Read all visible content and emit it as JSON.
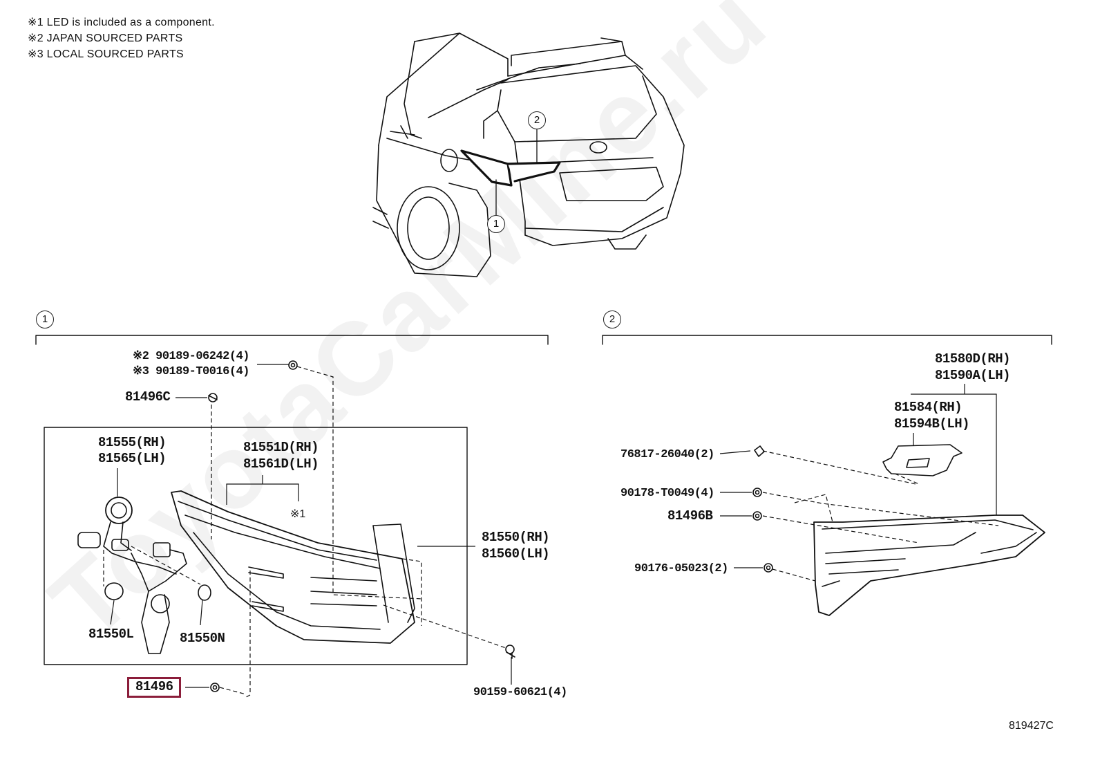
{
  "notes": [
    "※1 LED is included as a component.",
    "※2 JAPAN SOURCED PARTS",
    "※3 LOCAL SOURCED PARTS"
  ],
  "callouts": {
    "one": "1",
    "two": "2"
  },
  "watermark": "ToyotaCarMine.ru",
  "diagram_ref": "819427C",
  "section1": {
    "screw_japan": "※2 90189-06242(4)",
    "screw_local": "※3 90189-T0016(4)",
    "clip_c": "81496C",
    "socket_rh": "81555(RH)",
    "socket_lh": "81565(LH)",
    "lens_rh": "81551D(RH)",
    "lens_lh": "81561D(LH)",
    "led_note": "※1",
    "lamp_rh": "81550(RH)",
    "lamp_lh": "81560(LH)",
    "bulb_l": "81550L",
    "bulb_n": "81550N",
    "clip": "81496",
    "nut": "90159-60621(4)"
  },
  "section2": {
    "assy_rh": "81580D(RH)",
    "assy_lh": "81590A(LH)",
    "gasket_rh": "81584(RH)",
    "gasket_lh": "81594B(LH)",
    "clip_7681": "76817-26040(2)",
    "screw_9017": "90178-T0049(4)",
    "clip_b": "81496B",
    "screw_90176": "90176-05023(2)"
  },
  "colors": {
    "highlight": "#8b1d3a",
    "line": "#111111"
  }
}
